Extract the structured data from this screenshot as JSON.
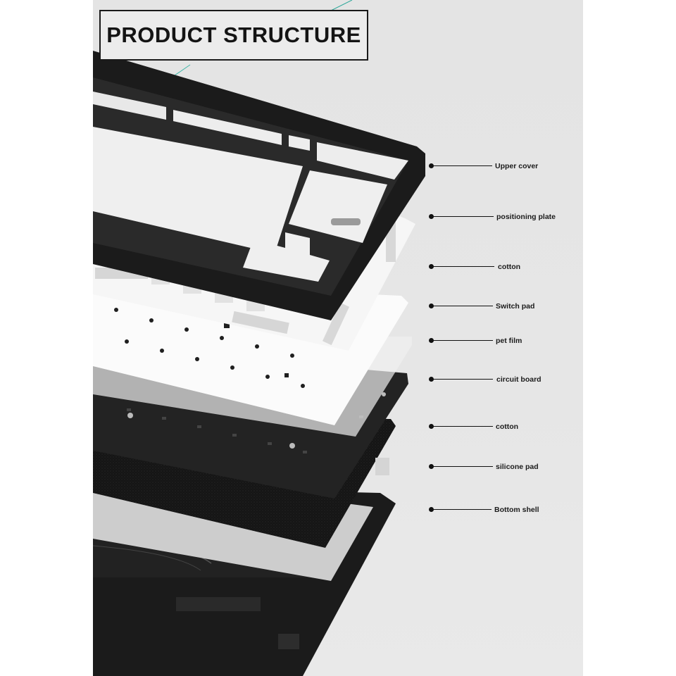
{
  "title": "PRODUCT STRUCTURE",
  "layers": [
    {
      "label": "Upper cover"
    },
    {
      "label": "positioning plate"
    },
    {
      "label": "cotton"
    },
    {
      "label": "Switch pad"
    },
    {
      "label": "pet film"
    },
    {
      "label": "circuit board"
    },
    {
      "label": "cotton"
    },
    {
      "label": "silicone pad"
    },
    {
      "label": "Bottom shell"
    }
  ],
  "colors": {
    "background": "#e5e5e5",
    "frame": "#1c1c1c",
    "plate": "#f4f4f4",
    "pcb": "#222222",
    "foam": "#161616",
    "silicone": "#cfcfcf",
    "accent_line": "#2fa89a"
  }
}
